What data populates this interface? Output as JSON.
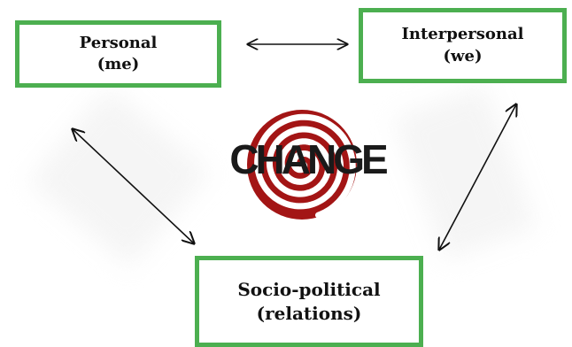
{
  "nodes": {
    "personal": {
      "line1": "Personal",
      "line2": "(me)"
    },
    "interpersonal": {
      "line1": "Interpersonal",
      "line2": "(we)"
    },
    "socio_political": {
      "line1": "Socio-political",
      "line2": "(relations)"
    }
  },
  "center": {
    "label": "CHANGE",
    "spiral_color": "#a31515"
  },
  "colors": {
    "box_border": "#4caf50",
    "arrow": "#111111"
  }
}
